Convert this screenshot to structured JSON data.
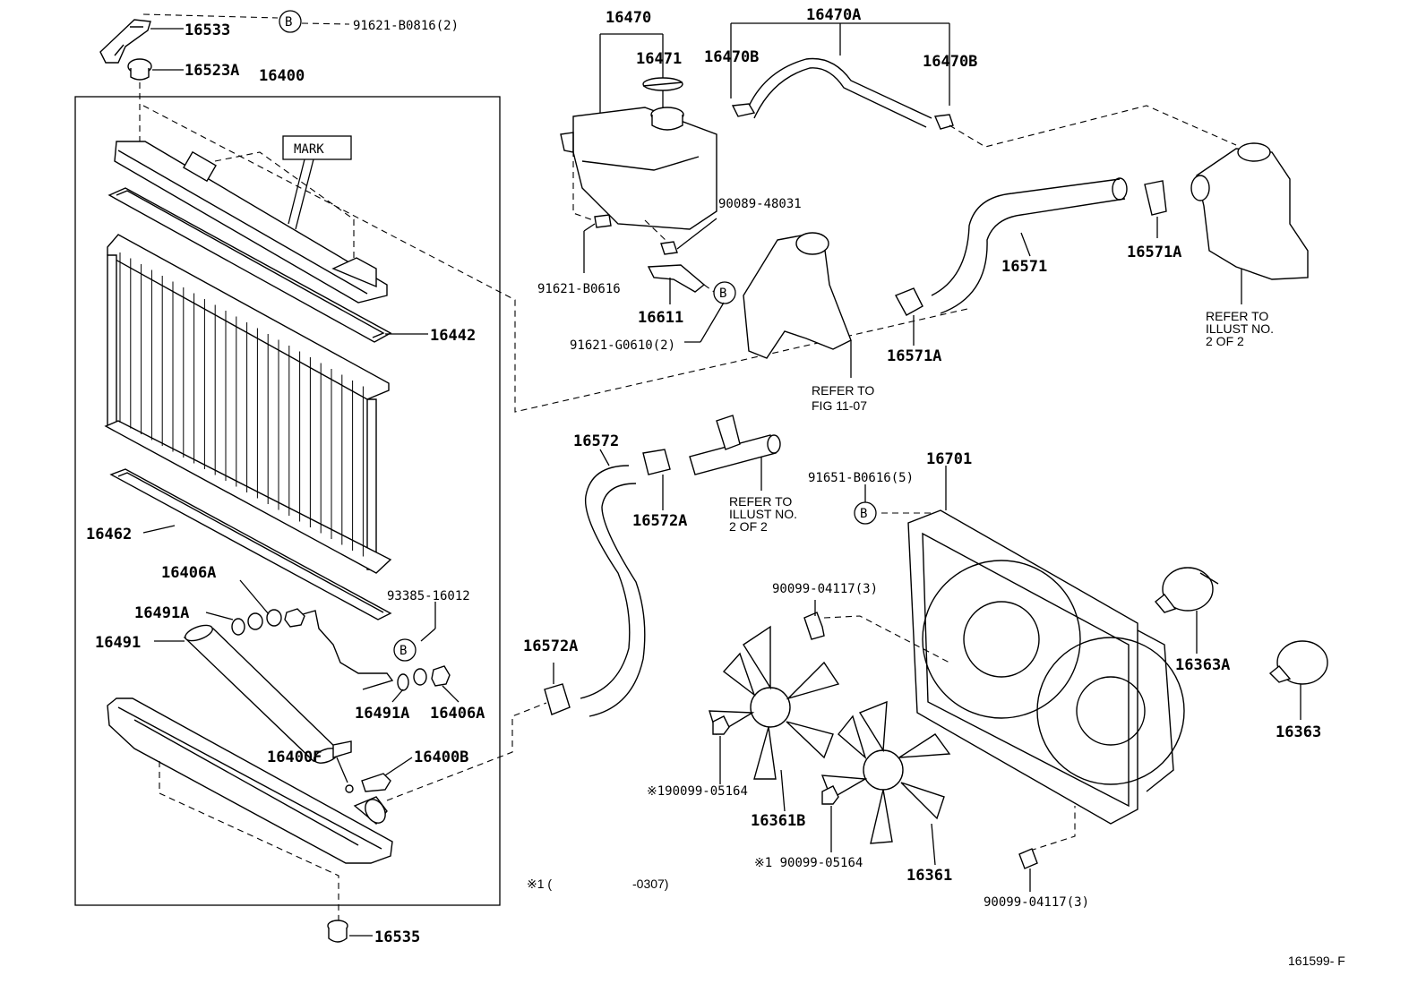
{
  "labels": {
    "p16533": "16533",
    "p16523A": "16523A",
    "p16400": "16400",
    "mark": "MARK",
    "p16442": "16442",
    "p16462": "16462",
    "p16406A_top": "16406A",
    "p16491A_top": "16491A",
    "p16491": "16491",
    "p93385": "93385-16012",
    "p16491A_bot": "16491A",
    "p16406A_bot": "16406A",
    "p16400F": "16400F",
    "p16400B": "16400B",
    "p16535": "16535",
    "p91621_B0816": "91621-B0816(2)",
    "p16470": "16470",
    "p16471": "16471",
    "p16470A": "16470A",
    "p16470B_left": "16470B",
    "p16470B_right": "16470B",
    "p90089": "90089-48031",
    "p91621_B0616": "91621-B0616",
    "p16611": "16611",
    "p91621_G0610": "91621-G0610(2)",
    "refer_fig_1": "REFER TO",
    "refer_fig_2": "FIG 11-07",
    "p16571": "16571",
    "p16571A_right": "16571A",
    "p16571A_left": "16571A",
    "refer_illust_top_1": "REFER TO",
    "refer_illust_top_2": "ILLUST NO.",
    "refer_illust_top_3": "2 OF 2",
    "p16572": "16572",
    "p16572A_top": "16572A",
    "p16572A_bot": "16572A",
    "refer_illust_mid_1": "REFER TO",
    "refer_illust_mid_2": "ILLUST NO.",
    "refer_illust_mid_3": "2 OF 2",
    "p91651": "91651-B0616(5)",
    "p16701": "16701",
    "p90099_04117_top": "90099-04117(3)",
    "p16363A": "16363A",
    "p16363": "16363",
    "p90099_05164_left": "※190099-05164",
    "p16361B": "16361B",
    "p90099_05164_bot": "※1 90099-05164",
    "p16361": "16361",
    "p90099_04117_bot": "90099-04117(3)",
    "footnote_mark": "※1 (",
    "footnote_range": "-0307)",
    "diagram_id": "161599- F"
  },
  "callouts": {
    "b_top": "B",
    "b_16611": "B",
    "b_93385": "B",
    "b_91651": "B"
  }
}
